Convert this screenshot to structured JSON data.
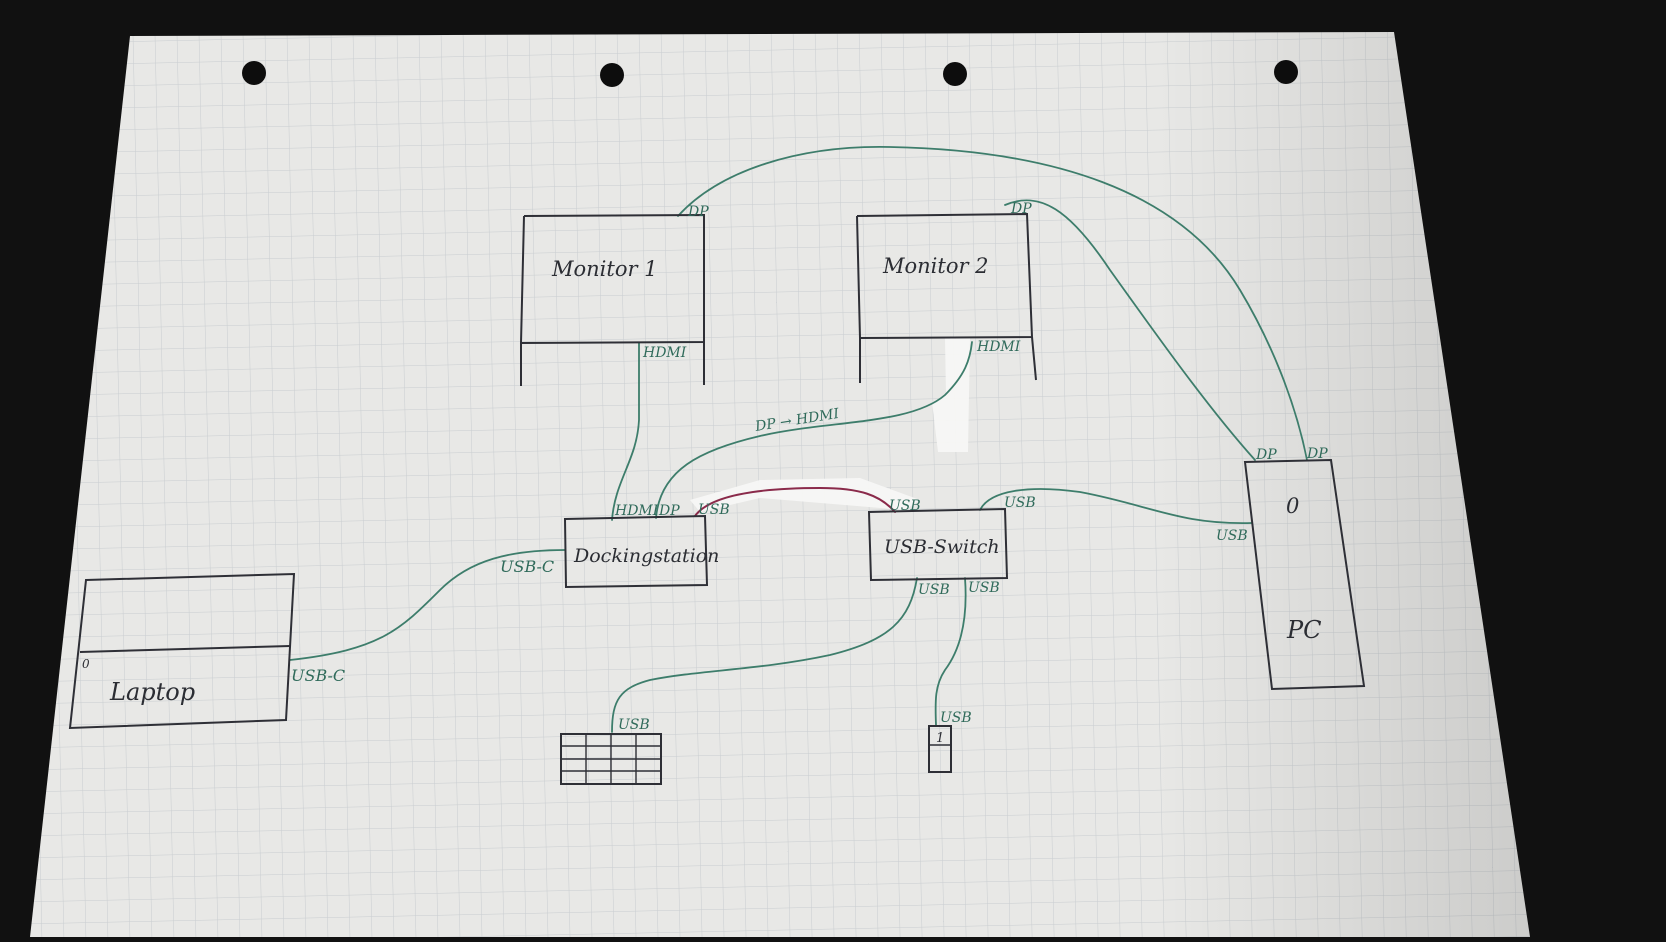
{
  "devices": {
    "monitor1": "Monitor 1",
    "monitor2": "Monitor 2",
    "dockingstation": "Dockingstation",
    "usb_switch": "USB-Switch",
    "pc": "PC",
    "pc_power": "0",
    "laptop": "Laptop",
    "laptop_power": "0",
    "mouse_button": "1"
  },
  "ports": {
    "monitor1_dp": "DP",
    "monitor1_hdmi": "HDMI",
    "monitor2_dp": "DP",
    "monitor2_hdmi": "HDMI",
    "dock_hdmi": "HDMI",
    "dock_dp": "DP",
    "dock_usb": "USB",
    "dock_usbc": "USB-C",
    "laptop_usbc": "USB-C",
    "switch_usb_in": "USB",
    "switch_usb_pc": "USB",
    "switch_usb_kb": "USB",
    "switch_usb_mouse": "USB",
    "pc_dp_left": "DP",
    "pc_dp_right": "DP",
    "pc_usb": "USB",
    "keyboard_usb": "USB",
    "mouse_usb": "USB"
  },
  "cables": {
    "dp_hdmi_adapter": "DP → HDMI"
  },
  "colors": {
    "paper": "#e8e8e6",
    "grid": "#c9cdd0",
    "background": "#111111",
    "ink": "#2e2f36",
    "cable_green": "#3d7d6b",
    "cable_usb_red": "#8a2a4a",
    "tape": "#f7f7f5"
  }
}
